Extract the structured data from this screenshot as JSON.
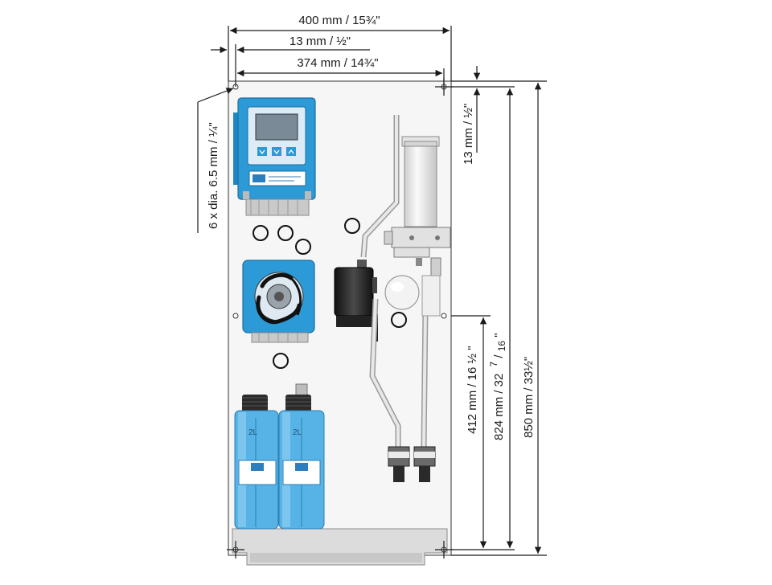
{
  "dimensions": {
    "overall_width": "400 mm / 15¾\"",
    "hole_offset": "13 mm / ½\"",
    "hole_spacing_width": "374 mm / 14¾\"",
    "top_hole_offset": "13 mm / ½\"",
    "hole_diameter": "6 x dia. 6.5 mm / ¼\"",
    "middle_hole_height": "412 mm / 16 ½ \"",
    "hole_spacing_height_main": "824 mm / 32",
    "hole_spacing_height_frac_num": "7",
    "hole_spacing_height_frac_den": "16",
    "hole_spacing_height_quote": "\"",
    "overall_height": "850 mm / 33½\""
  },
  "components": {
    "bottle_volume_label": "2L"
  },
  "colors": {
    "panel": "#f4f4f4",
    "device_blue": "#2c9ad6",
    "bottle_blue": "#57b3e6",
    "dark": "#2a2a2a"
  }
}
